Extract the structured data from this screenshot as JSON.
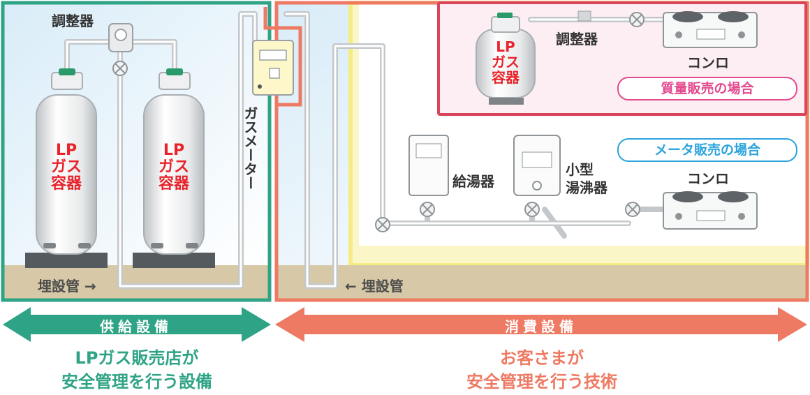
{
  "supply_labels": {
    "regulator": "調整器",
    "gas_meter": "ガスメーター",
    "buried_pipe_left": "埋設管 →",
    "cylinder_1": [
      "LP",
      "ガス",
      "容器"
    ],
    "cylinder_2": [
      "LP",
      "ガス",
      "容器"
    ]
  },
  "consumer_labels": {
    "buried_pipe_right": "← 埋設管",
    "water_heater": "給湯器",
    "small_boiler": [
      "小型",
      "湯沸器"
    ],
    "stove_meter": "コンロ",
    "stove_weight": "コンロ",
    "regulator_weight": "調整器",
    "cylinder_weight": [
      "LP",
      "ガス",
      "容器"
    ]
  },
  "badges": {
    "weight_sale": "質量販売の場合",
    "meter_sale": "メータ販売の場合"
  },
  "arrows": {
    "supply": "供給設備",
    "consumer": "消費設備"
  },
  "bottom": {
    "supply": [
      "LPガス販売店が",
      "安全管理を行う設備"
    ],
    "consumer": [
      "お客さまが",
      "安全管理を行う技術"
    ]
  },
  "colors": {
    "supply": "#2fa385",
    "consumer": "#ee7a63",
    "meter_badge": "#2ba3dd",
    "weight_badge": "#e34a8f",
    "ground": "#d7c9a7"
  }
}
